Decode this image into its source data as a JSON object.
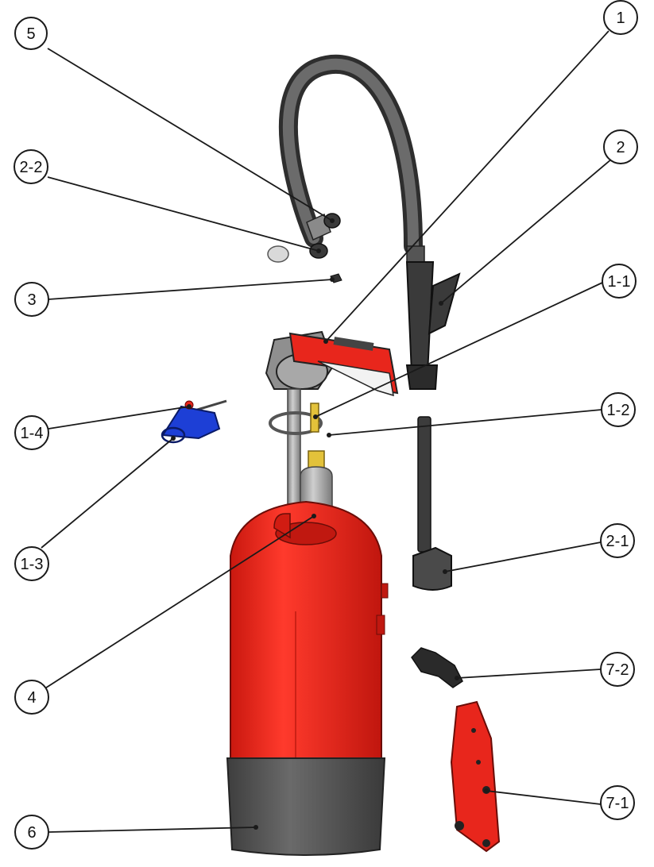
{
  "callouts": {
    "c1": "1",
    "c2": "2",
    "c3": "3",
    "c4": "4",
    "c5": "5",
    "c6": "6",
    "c1_1": "1-1",
    "c1_2": "1-2",
    "c1_3": "1-3",
    "c1_4": "1-4",
    "c2_1": "2-1",
    "c2_2": "2-2",
    "c7_1": "7-1",
    "c7_2": "7-2"
  },
  "colors": {
    "body_red": "#e8261c",
    "dark_red": "#a81510",
    "hose_gray": "#4a4a4a",
    "steel_gray": "#9a9a9a",
    "base_gray": "#555555",
    "brass": "#e3c23a",
    "blue": "#1d3fd6"
  }
}
